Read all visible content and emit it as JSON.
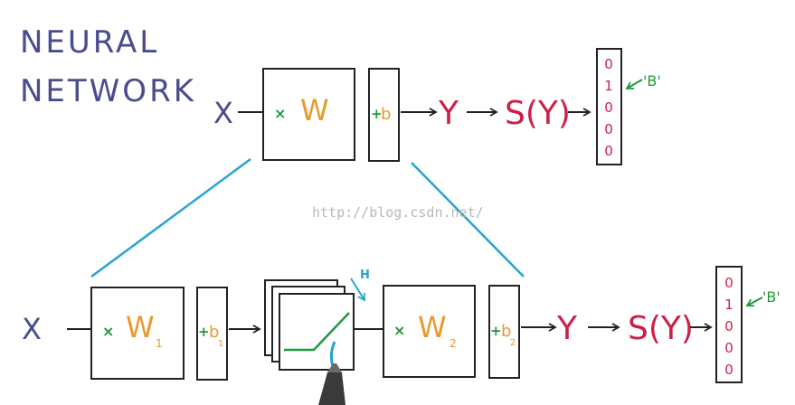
{
  "title": {
    "line1": "NEURAL",
    "line2": "NETWORK"
  },
  "colors": {
    "purple": "#4a4c8f",
    "orange": "#e89a2e",
    "green": "#1f9a3c",
    "red": "#cc1f47",
    "cyan": "#25a4cf",
    "ink": "#222222"
  },
  "top_row": {
    "input": "X",
    "weight_op": "×",
    "weight": "W",
    "bias_op": "+",
    "bias": "b",
    "output": "Y",
    "softmax": "S(Y)",
    "vector": [
      "0",
      "1",
      "0",
      "0",
      "0"
    ],
    "class_label": "'B'"
  },
  "bottom_row": {
    "input": "X",
    "weight1_op": "×",
    "weight1": "W",
    "weight1_sub": "1",
    "bias1_op": "+",
    "bias1": "b",
    "bias1_sub": "1",
    "relu_dim": "H",
    "weight2_op": "×",
    "weight2": "W",
    "weight2_sub": "2",
    "bias2_op": "+",
    "bias2": "b",
    "bias2_sub": "2",
    "output": "Y",
    "softmax": "S(Y)",
    "vector": [
      "0",
      "1",
      "0",
      "0",
      "0"
    ],
    "class_label": "'B'"
  },
  "watermark": "http://blog.csdn.net/",
  "icons": [
    "pen-icon",
    "arrow-icon",
    "relu-icon"
  ]
}
